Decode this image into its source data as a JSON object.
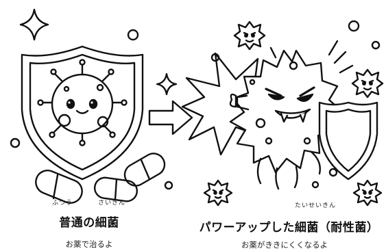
{
  "left": {
    "ruby_normal": "ふつう",
    "ruby_saikin": "さいきん",
    "title": "普通の細菌",
    "subtitle": "お薬で治るよ"
  },
  "right": {
    "ruby_taisei": "たいせいきん",
    "title": "パワーアップした細菌（耐性菌）",
    "subtitle": "お薬がききにくくなるよ"
  },
  "colors": {
    "stroke": "#111111",
    "background": "#ffffff"
  }
}
